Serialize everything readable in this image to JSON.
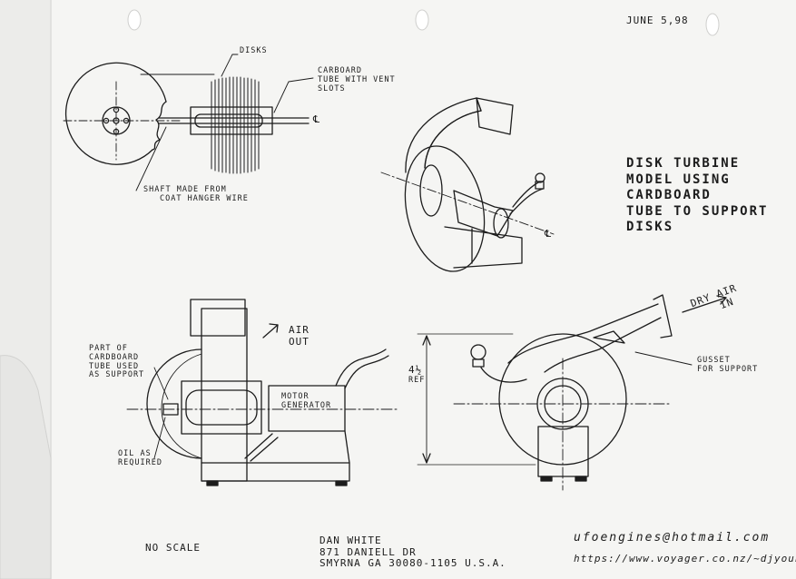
{
  "date": "JUNE 5,98",
  "title_lines": [
    "DISK TURBINE",
    "MODEL USING",
    "CARDBOARD",
    "TUBE TO SUPPORT",
    "DISKS"
  ],
  "labels": {
    "disks": "DISKS",
    "tube_1": "CARBOARD",
    "tube_2": "TUBE WITH VENT",
    "tube_3": "SLOTS",
    "shaft_1": "SHAFT MADE FROM",
    "shaft_2": "COAT HANGER WIRE",
    "part_1": "PART OF",
    "part_2": "CARDBOARD",
    "part_3": "TUBE USED",
    "part_4": "AS SUPPORT",
    "oil_1": "OIL AS",
    "oil_2": "REQUIRED",
    "air_1": "AIR",
    "air_2": "OUT",
    "motor_1": "MOTOR",
    "motor_2": "GENERATOR",
    "dry_1": "DRY AIR",
    "dry_2": "IN",
    "gusset_1": "GUSSET",
    "gusset_2": "FOR SUPPORT",
    "dim_1": "4½",
    "dim_2": "REF",
    "cl_1": "℄",
    "cl_2": "℄"
  },
  "footer": {
    "no_scale": "NO SCALE",
    "author_1": "DAN WHITE",
    "author_2": "871 DANIELL DR",
    "author_3": "SMYRNA GA 30080-1105 U.S.A.",
    "email": "ufoengines@hotmail.com",
    "url": "https://www.voyager.co.nz/~djyoung"
  }
}
